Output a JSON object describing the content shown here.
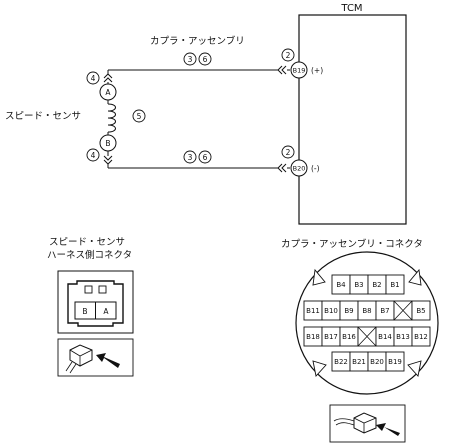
{
  "tcm": {
    "title": "TCM"
  },
  "labels": {
    "coupler_assembly": "カプラ・アッセンブリ",
    "speed_sensor": "スピード・センサ",
    "harness_connector_line1": "スピード・センサ",
    "harness_connector_line2": "ハーネス側コネクタ",
    "coupler_connector": "カプラ・アッセンブリ・コネクタ"
  },
  "circuit": {
    "upper": {
      "tcm_terminal": "B19",
      "polarity": "(+)",
      "sensor_terminal": "A",
      "mark_tcm": "2",
      "mark_wire_a": "3",
      "mark_wire_b": "6",
      "mark_sensor": "4"
    },
    "lower": {
      "tcm_terminal": "B20",
      "polarity": "(-)",
      "sensor_terminal": "B",
      "mark_tcm": "2",
      "mark_wire_a": "3",
      "mark_wire_b": "6",
      "mark_sensor": "4"
    },
    "coil_mark": "5"
  },
  "sensor_connector": {
    "pins": [
      "B",
      "A"
    ]
  },
  "coupler_connector": {
    "rows": [
      [
        "B4",
        "B3",
        "B2",
        "B1"
      ],
      [
        "B11",
        "B10",
        "B9",
        "B8",
        "B7",
        "",
        "B5"
      ],
      [
        "B18",
        "B17",
        "B16",
        "",
        "B14",
        "B13",
        "B12"
      ],
      [
        "B22",
        "B21",
        "B20",
        "B19"
      ]
    ]
  }
}
